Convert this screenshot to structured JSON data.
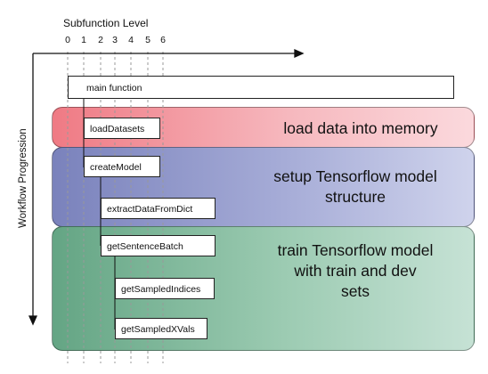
{
  "diagram": {
    "title": "Subfunction Level",
    "levels": [
      "0",
      "1",
      "2",
      "3",
      "4",
      "5",
      "6"
    ],
    "y_axis_label": "Workflow Progression",
    "stages": [
      {
        "text": "load data into memory",
        "color": "#ef7a84"
      },
      {
        "text": "setup Tensorflow model structure",
        "lines": [
          "setup Tensorflow model",
          "structure"
        ],
        "color": "#7a82bc"
      },
      {
        "text": "train Tensorflow model with train and dev sets",
        "lines": [
          "train Tensorflow model",
          "with train and dev",
          "sets"
        ],
        "color": "#64a584"
      }
    ],
    "functions": [
      {
        "name": "main function",
        "level": 0
      },
      {
        "name": "loadDatasets",
        "level": 1
      },
      {
        "name": "createModel",
        "level": 1
      },
      {
        "name": "extractDataFromDict",
        "level": 2
      },
      {
        "name": "getSentenceBatch",
        "level": 2
      },
      {
        "name": "getSampledIndices",
        "level": 3
      },
      {
        "name": "getSampledXVals",
        "level": 3
      }
    ]
  }
}
